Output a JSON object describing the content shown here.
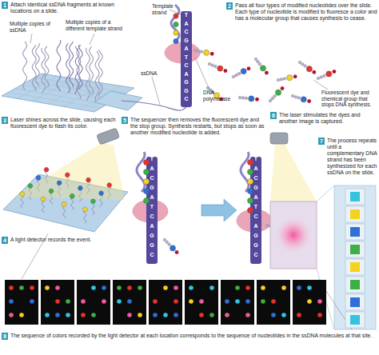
{
  "diagram": {
    "nodes": [
      {
        "text": [
          "1",
          "Attach identical ssDNA fragments at known locations on a slide."
        ]
      },
      {
        "text": [
          "2",
          "Pass all four types of modified nucleotides over the slide. Each type of nucleotide is modified to fluoresce a color and has a molecular group that causes synthesis to cease."
        ]
      },
      {
        "text": [
          "3",
          "Laser shines across the slide, causing each fluorescent dye to flash its color."
        ]
      },
      {
        "text": [
          "4",
          "A light detector records the event."
        ]
      },
      {
        "text": [
          "5",
          "The sequencer then removes the fluorescent dye and the stop group. Synthesis restarts, but stops as soon as another modified nucleotide is added."
        ]
      },
      {
        "text": [
          "6",
          "The laser stimulates the dyes and another image is captured."
        ]
      },
      {
        "text": [
          "7",
          "The process repeats until a complementary DNA strand has been synthesized for each ssDNA on the slide."
        ]
      },
      {
        "text": [
          "8",
          "The sequence of colors recorded by the light detector at each location corresponds to the sequence of nucleotides in the ssDNA molecules at that site."
        ]
      }
    ],
    "labels": [
      "Multiple copies of ssDNA",
      "Multiple copies of a different template strand",
      "Template strand",
      "ssDNA",
      "DNA polymerase",
      "Fluorescent dye and chemical group that stops DNA synthesis.",
      "T",
      "A",
      "C",
      "G",
      "A",
      "T",
      "C",
      "A",
      "G",
      "G",
      "C",
      "T",
      "A",
      "C",
      "G",
      "A",
      "T",
      "C",
      "A",
      "G",
      "G",
      "C",
      "T",
      "A",
      "C",
      "G",
      "A",
      "T",
      "C",
      "A",
      "G",
      "G",
      "C"
    ]
  }
}
